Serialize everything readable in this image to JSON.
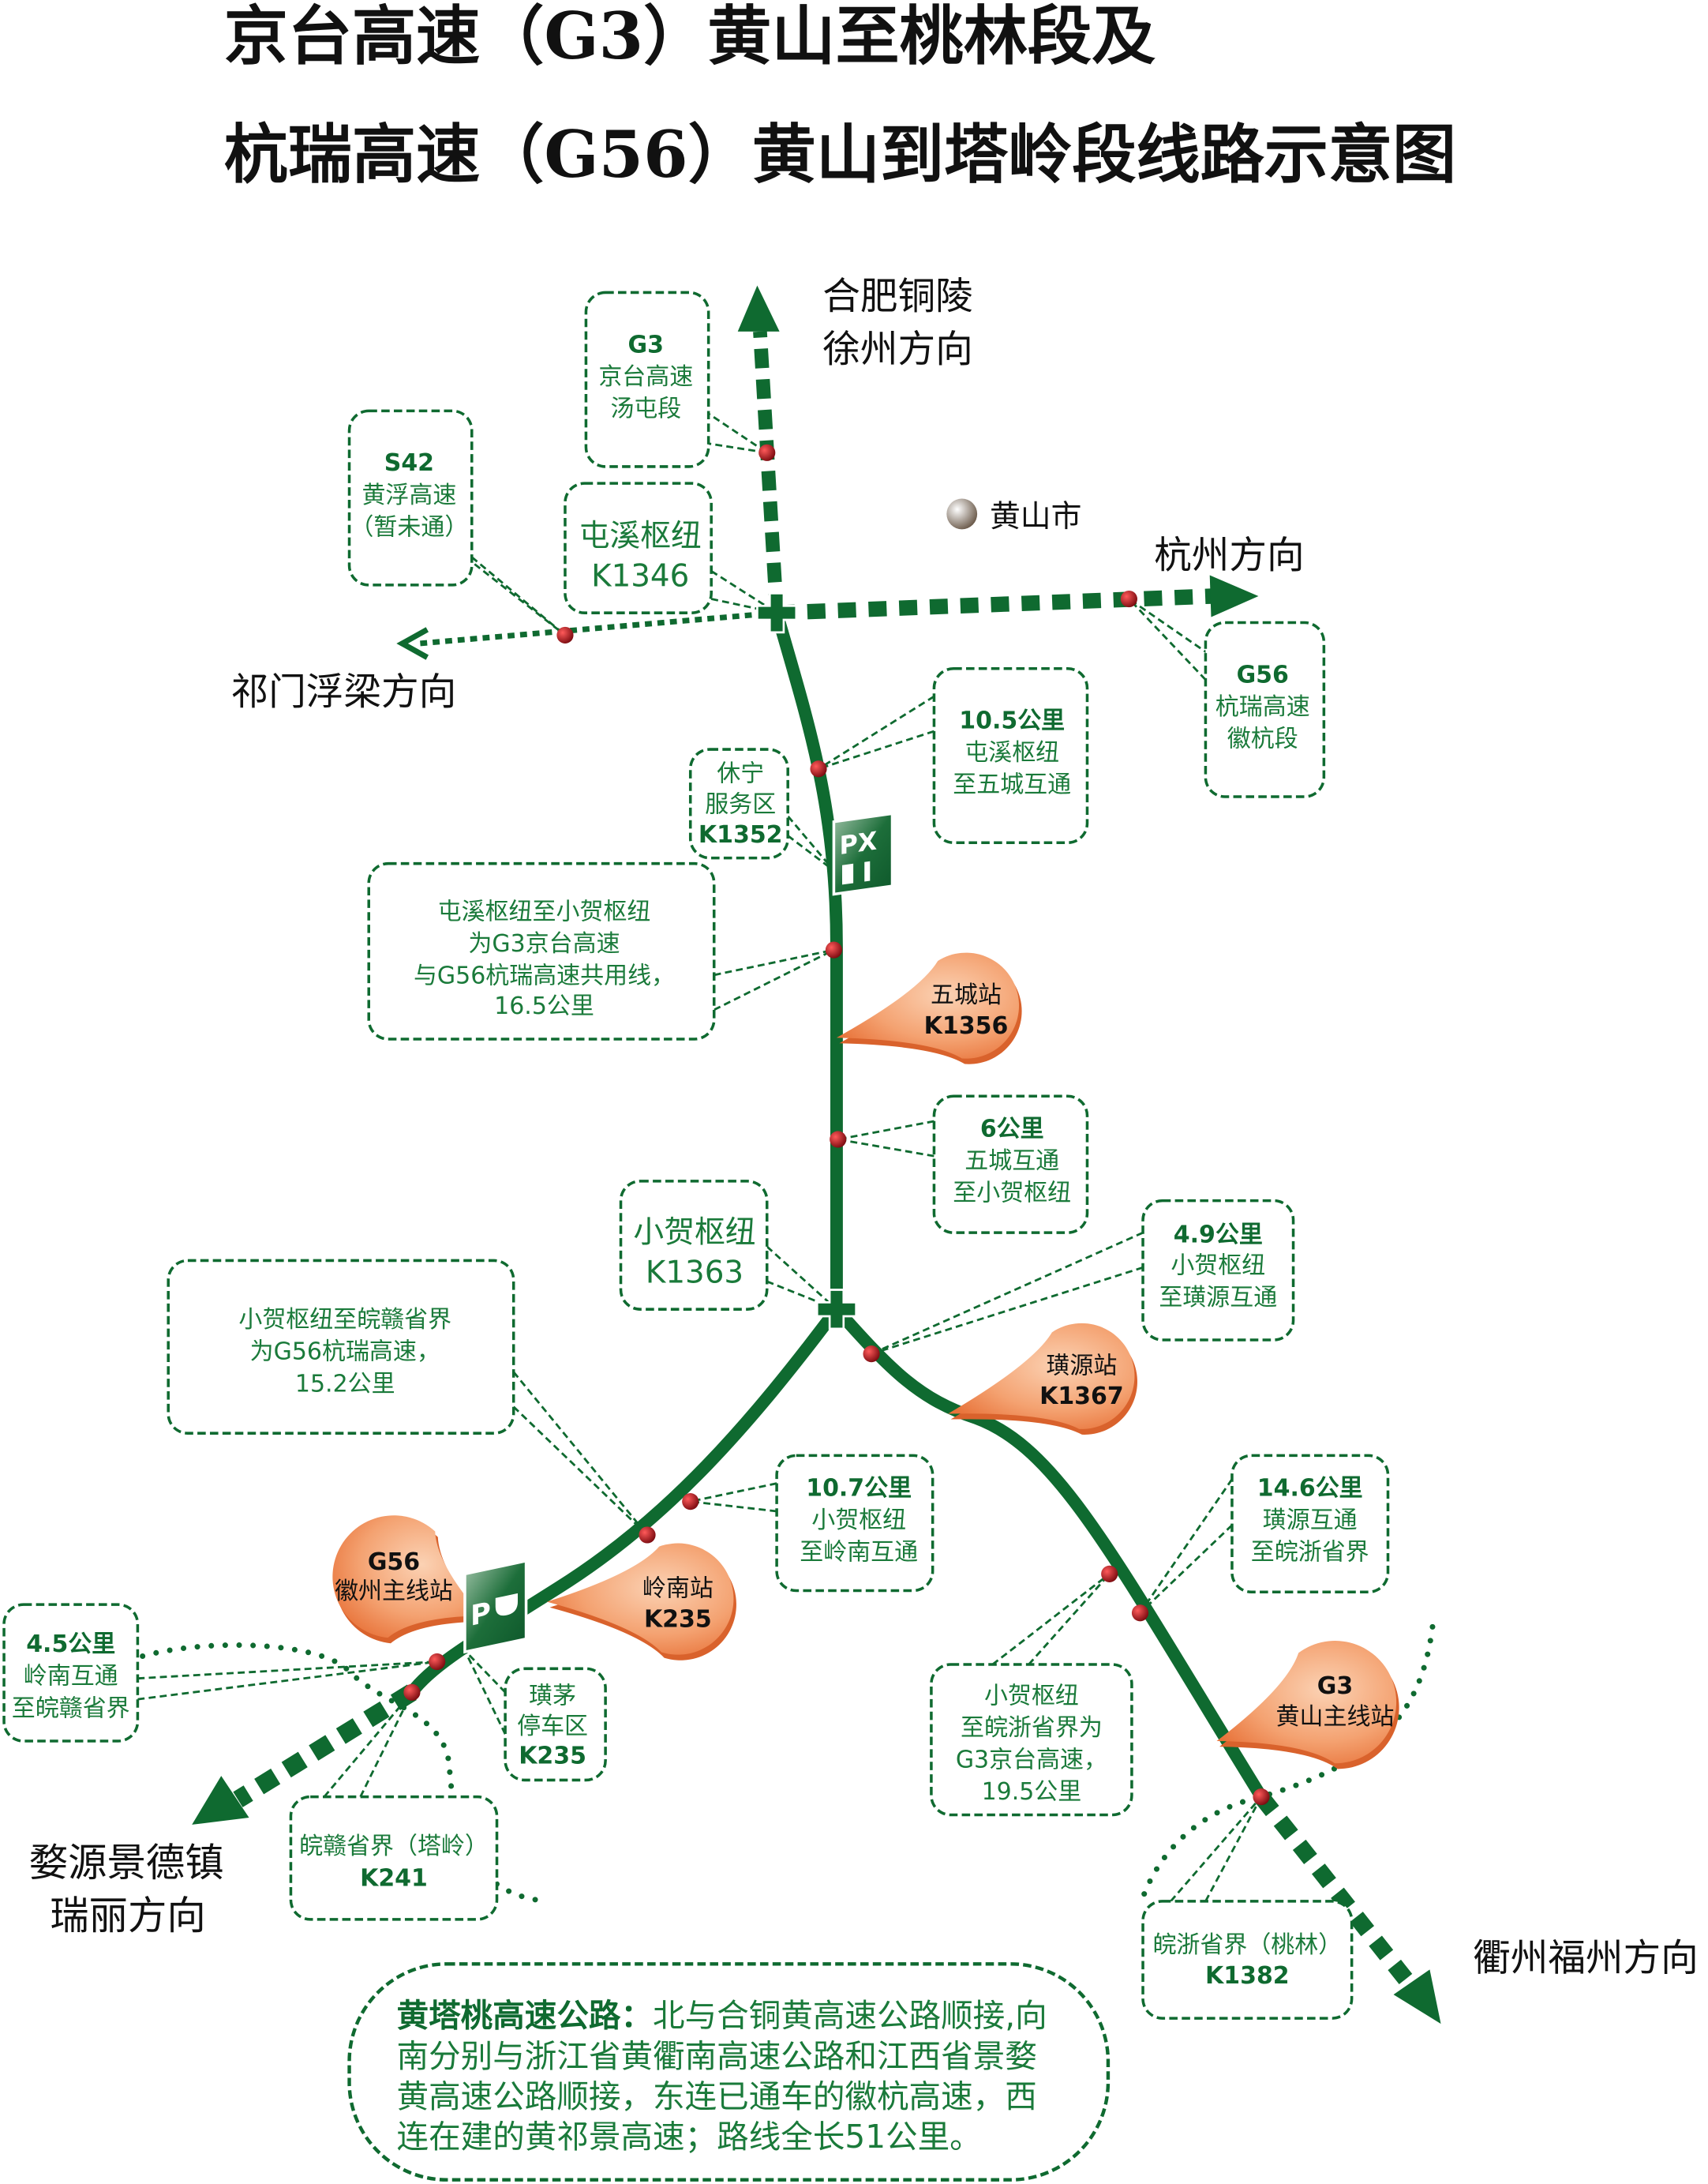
{
  "title": {
    "line1": "京台高速（G3）黄山至桃林段及",
    "line2": "杭瑞高速（G56）黄山到塔岭段线路示意图"
  },
  "directions": {
    "north_1": "合肥铜陵",
    "north_2": "徐州方向",
    "east": "杭州方向",
    "west": "祁门浮梁方向",
    "southwest_1": "婺源景德镇",
    "southwest_2": "瑞丽方向",
    "southeast": "衢州福州方向",
    "city": "黄山市"
  },
  "colors": {
    "road": "#0f6a30",
    "node": "#b3121b",
    "station": "#f08a4b"
  },
  "callouts": [
    {
      "lines": [
        "G3",
        "京台高速",
        "汤屯段"
      ]
    },
    {
      "lines": [
        "S42",
        "黄浮高速",
        "（暂未通）"
      ]
    },
    {
      "lines": [
        "屯溪枢纽",
        "K1346"
      ]
    },
    {
      "lines": [
        "G56",
        "杭瑞高速",
        "徽杭段"
      ]
    },
    {
      "lines": [
        "10.5公里",
        "屯溪枢纽",
        "至五城互通"
      ]
    },
    {
      "lines": [
        "休宁",
        "服务区",
        "K1352"
      ]
    },
    {
      "lines": [
        "屯溪枢纽至小贺枢纽",
        "为G3京台高速",
        "与G56杭瑞高速共用线，",
        "16.5公里"
      ]
    },
    {
      "lines": [
        "6公里",
        "五城互通",
        "至小贺枢纽"
      ]
    },
    {
      "lines": [
        "小贺枢纽",
        "K1363"
      ]
    },
    {
      "lines": [
        "4.9公里",
        "小贺枢纽",
        "至璜源互通"
      ]
    },
    {
      "lines": [
        "小贺枢纽至皖赣省界",
        "为G56杭瑞高速，",
        "15.2公里"
      ]
    },
    {
      "lines": [
        "10.7公里",
        "小贺枢纽",
        "至岭南互通"
      ]
    },
    {
      "lines": [
        "14.6公里",
        "璜源互通",
        "至皖浙省界"
      ]
    },
    {
      "lines": [
        "小贺枢纽",
        "至皖浙省界为",
        "G3京台高速，",
        "19.5公里"
      ]
    },
    {
      "lines": [
        "4.5公里",
        "岭南互通",
        "至皖赣省界"
      ]
    },
    {
      "lines": [
        "璜茅",
        "停车区",
        "K235"
      ]
    },
    {
      "lines": [
        "皖赣省界（塔岭）",
        "K241"
      ]
    },
    {
      "lines": [
        "皖浙省界（桃林）",
        "K1382"
      ]
    }
  ],
  "stations": [
    {
      "lines": [
        "五城站",
        "K1356"
      ]
    },
    {
      "lines": [
        "璜源站",
        "K1367"
      ]
    },
    {
      "lines": [
        "岭南站",
        "K235"
      ]
    },
    {
      "lines": [
        "G56",
        "徽州主线站"
      ]
    },
    {
      "lines": [
        "G3",
        "黄山主线站"
      ]
    }
  ],
  "service_icons": {
    "xiuning": "PX",
    "huangmao": "P"
  },
  "summary": {
    "bold": "黄塔桃高速公路：",
    "line1": "北与合铜黄高速公路顺接,向",
    "line2": "南分别与浙江省黄衢南高速公路和江西省景婺",
    "line3": "黄高速公路顺接，东连已通车的徽杭高速，西",
    "line4": "连在建的黄祁景高速；路线全长51公里。"
  }
}
